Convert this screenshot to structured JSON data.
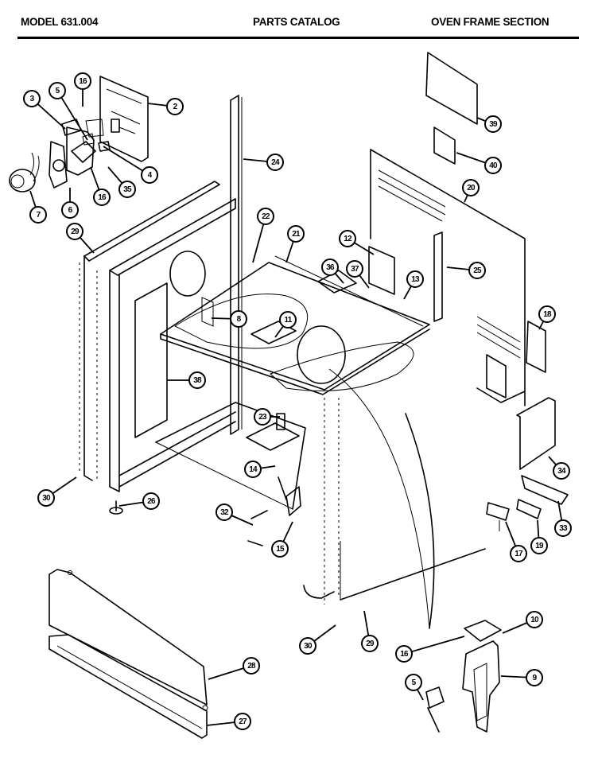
{
  "header": {
    "model": "MODEL 631.004",
    "catalog": "PARTS CATALOG",
    "section": "OVEN FRAME SECTION"
  },
  "diagram": {
    "type": "exploded-parts-view",
    "callouts": [
      {
        "id": "c-3",
        "label": "3"
      },
      {
        "id": "c-5a",
        "label": "5"
      },
      {
        "id": "c-16a",
        "label": "16"
      },
      {
        "id": "c-2",
        "label": "2"
      },
      {
        "id": "c-4",
        "label": "4"
      },
      {
        "id": "c-35",
        "label": "35"
      },
      {
        "id": "c-16b",
        "label": "16"
      },
      {
        "id": "c-6",
        "label": "6"
      },
      {
        "id": "c-7",
        "label": "7"
      },
      {
        "id": "c-24",
        "label": "24"
      },
      {
        "id": "c-29a",
        "label": "29"
      },
      {
        "id": "c-22",
        "label": "22"
      },
      {
        "id": "c-21",
        "label": "21"
      },
      {
        "id": "c-12",
        "label": "12"
      },
      {
        "id": "c-36",
        "label": "36"
      },
      {
        "id": "c-37",
        "label": "37"
      },
      {
        "id": "c-13",
        "label": "13"
      },
      {
        "id": "c-25",
        "label": "25"
      },
      {
        "id": "c-39",
        "label": "39"
      },
      {
        "id": "c-40",
        "label": "40"
      },
      {
        "id": "c-20",
        "label": "20"
      },
      {
        "id": "c-8",
        "label": "8"
      },
      {
        "id": "c-11",
        "label": "11"
      },
      {
        "id": "c-38",
        "label": "38"
      },
      {
        "id": "c-18",
        "label": "18"
      },
      {
        "id": "c-23",
        "label": "23"
      },
      {
        "id": "c-14",
        "label": "14"
      },
      {
        "id": "c-26",
        "label": "26"
      },
      {
        "id": "c-30a",
        "label": "30"
      },
      {
        "id": "c-32",
        "label": "32"
      },
      {
        "id": "c-15",
        "label": "15"
      },
      {
        "id": "c-34",
        "label": "34"
      },
      {
        "id": "c-33",
        "label": "33"
      },
      {
        "id": "c-19",
        "label": "19"
      },
      {
        "id": "c-17",
        "label": "17"
      },
      {
        "id": "c-28",
        "label": "28"
      },
      {
        "id": "c-27",
        "label": "27"
      },
      {
        "id": "c-30b",
        "label": "30"
      },
      {
        "id": "c-29b",
        "label": "29"
      },
      {
        "id": "c-10",
        "label": "10"
      },
      {
        "id": "c-16c",
        "label": "16"
      },
      {
        "id": "c-5b",
        "label": "5"
      },
      {
        "id": "c-9",
        "label": "9"
      }
    ]
  }
}
